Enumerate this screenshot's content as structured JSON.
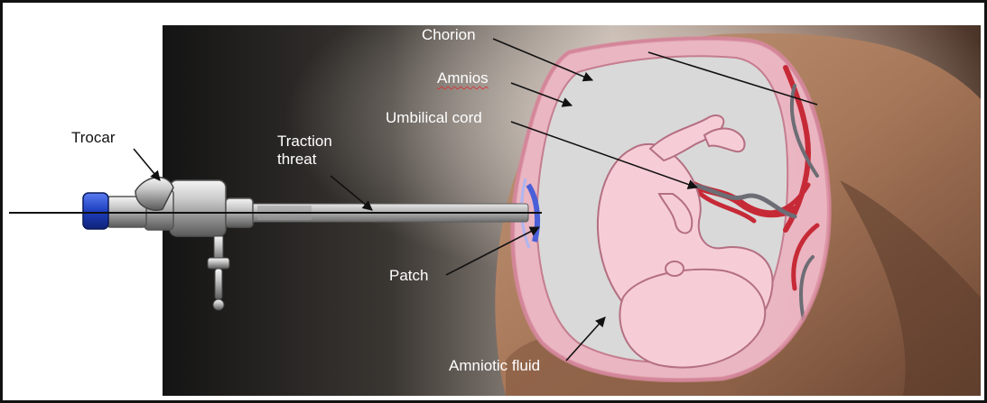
{
  "labels": {
    "chorion": "Chorion",
    "amnios": "Amnios",
    "umbilical_cord": "Umbilical cord",
    "trocar": "Trocar",
    "traction_line1": "Traction",
    "traction_line2": "threat",
    "patch": "Patch",
    "amniotic_fluid": "Amniotic fluid"
  },
  "colors": {
    "frame": "#111111",
    "membrane": "#d98a9c",
    "fluid": "#d9d9d9",
    "fetus_skin": "#f6cdd6",
    "vessel_red": "#c62a36",
    "vessel_grey": "#6d6d75",
    "trocar_cap": "#1e3fbf",
    "patch": "#4a5fd8"
  },
  "icons": {
    "trocar": "trocar-instrument-icon",
    "fetus": "fetus-illustration"
  }
}
